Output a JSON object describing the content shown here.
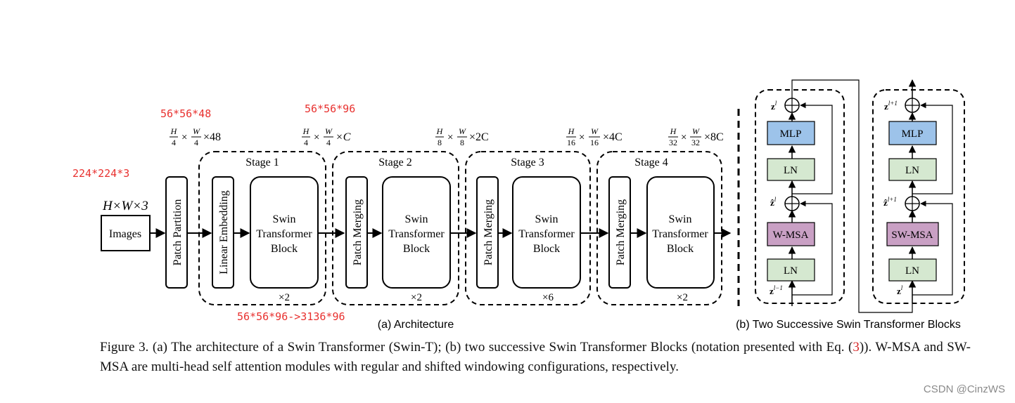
{
  "annotations": {
    "input_size": "224*224*3",
    "patch_partition_size": "56*56*48",
    "stage1_size": "56*56*96",
    "flatten_size": "56*56*96->3136*96",
    "color": "#e8312f"
  },
  "architecture": {
    "input_dim": "H×W×3",
    "images_label": "Images",
    "patch_partition_label": "Patch Partition",
    "dims": [
      {
        "num_h": "H",
        "den_h": "4",
        "num_w": "W",
        "den_w": "4",
        "tail": "×48"
      },
      {
        "num_h": "H",
        "den_h": "4",
        "num_w": "W",
        "den_w": "4",
        "tail": "×C"
      },
      {
        "num_h": "H",
        "den_h": "8",
        "num_w": "W",
        "den_w": "8",
        "tail": "×2C"
      },
      {
        "num_h": "H",
        "den_h": "16",
        "num_w": "W",
        "den_w": "16",
        "tail": "×4C"
      },
      {
        "num_h": "H",
        "den_h": "32",
        "num_w": "W",
        "den_w": "32",
        "tail": "×8C"
      }
    ],
    "stages": [
      {
        "title": "Stage 1",
        "first_block": "Linear Embedding",
        "block_lines": [
          "Swin",
          "Transformer",
          "Block"
        ],
        "repeat": "×2"
      },
      {
        "title": "Stage 2",
        "first_block": "Patch Merging",
        "block_lines": [
          "Swin",
          "Transformer",
          "Block"
        ],
        "repeat": "×2"
      },
      {
        "title": "Stage 3",
        "first_block": "Patch Merging",
        "block_lines": [
          "Swin",
          "Transformer",
          "Block"
        ],
        "repeat": "×6"
      },
      {
        "title": "Stage 4",
        "first_block": "Patch Merging",
        "block_lines": [
          "Swin",
          "Transformer",
          "Block"
        ],
        "repeat": "×2"
      }
    ],
    "subcaption": "(a) Architecture"
  },
  "blocks": {
    "left": {
      "mlp": "MLP",
      "ln_top": "LN",
      "attn": "W-MSA",
      "ln_bottom": "LN",
      "attn_color": "#c9a0c4"
    },
    "right": {
      "mlp": "MLP",
      "ln_top": "LN",
      "attn": "SW-MSA",
      "ln_bottom": "LN",
      "attn_color": "#c9a0c4"
    },
    "mlp_color": "#9dc3ea",
    "ln_color": "#d5e8d0",
    "subcaption": "(b) Two Successive Swin Transformer Blocks"
  },
  "caption": {
    "part1": "Figure 3. (a) The architecture of a Swin Transformer (Swin-T); (b) two successive Swin Transformer Blocks (notation presented with Eq. (",
    "ref": "3",
    "part2": ")). W-MSA and SW-MSA are multi-head self attention modules with regular and shifted windowing configurations, respectively."
  },
  "watermark": "CSDN @CinzWS"
}
